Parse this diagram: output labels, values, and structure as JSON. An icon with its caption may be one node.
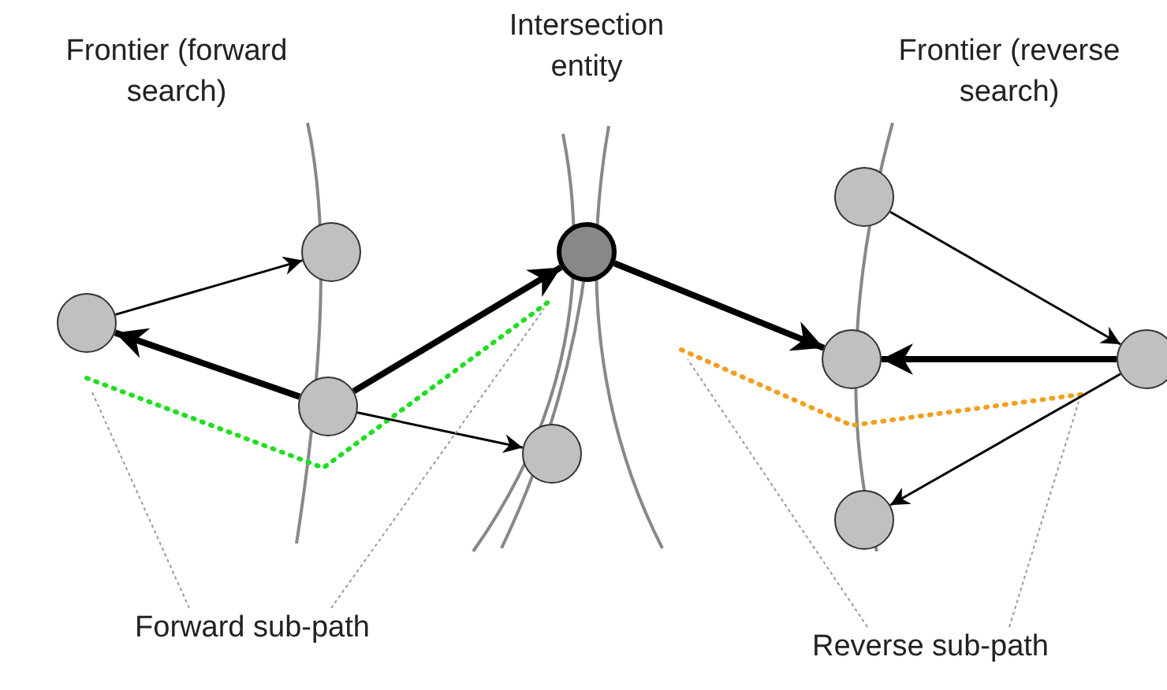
{
  "diagram": {
    "nodes": [
      {
        "text": [],
        "shape": "circle"
      },
      {
        "text": [],
        "shape": "circle"
      },
      {
        "text": [],
        "shape": "circle"
      },
      {
        "text": [],
        "shape": "circle"
      },
      {
        "text": [],
        "shape": "circle"
      },
      {
        "text": [],
        "shape": "circle"
      },
      {
        "text": [],
        "shape": "circle"
      },
      {
        "text": [],
        "shape": "circle"
      },
      {
        "text": [],
        "shape": "circle"
      },
      {
        "text": [
          "Forward sub-path"
        ]
      },
      {
        "text": [
          "Reverse sub-path"
        ]
      }
    ],
    "edges": [
      {
        "from": 0,
        "to": 1,
        "arrow": "to"
      },
      {
        "from": 2,
        "to": 0,
        "arrow": "to",
        "style": "thick"
      },
      {
        "from": 2,
        "to": 3,
        "arrow": "to",
        "style": "thick"
      },
      {
        "from": 2,
        "to": 4,
        "arrow": "to"
      },
      {
        "from": 3,
        "to": 6,
        "arrow": "to",
        "style": "thick"
      },
      {
        "from": 5,
        "to": 7,
        "arrow": "to"
      },
      {
        "from": 7,
        "to": 6,
        "arrow": "to",
        "style": "thick"
      },
      {
        "from": 7,
        "to": 8,
        "arrow": "to"
      },
      {
        "from": 9,
        "to": null,
        "arrow": "none",
        "style": "dashed",
        "color": "#999999"
      },
      {
        "from": 9,
        "to": null,
        "arrow": "none",
        "style": "dashed",
        "color": "#999999"
      },
      {
        "from": 10,
        "to": null,
        "arrow": "none",
        "style": "dashed",
        "color": "#999999"
      },
      {
        "from": 10,
        "to": null,
        "arrow": "none",
        "style": "dashed",
        "color": "#999999"
      }
    ],
    "labels": [
      "Frontier (forward search)",
      "Intersection entity",
      "Frontier (reverse search)"
    ]
  }
}
